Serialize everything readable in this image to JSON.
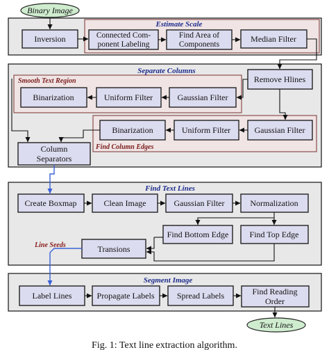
{
  "title": "Binary Image",
  "end": "Text Lines",
  "caption": "Fig. 1: Text line extraction algorithm.",
  "estimate_scale": {
    "title": "Estimate Scale",
    "inversion": "Inversion",
    "ccl_1": "Connected Com-",
    "ccl_2": "ponent Labeling",
    "area_1": "Find Area of",
    "area_2": "Components",
    "median": "Median Filter"
  },
  "separate_columns": {
    "title": "Separate Columns",
    "remove_hlines": "Remove Hlines",
    "smooth_title": "Smooth Text Region",
    "binarization": "Binarization",
    "uniform": "Uniform Filter",
    "gaussian": "Gaussian Filter",
    "edges_title": "Find Column Edges",
    "binarization2": "Binarization",
    "uniform2": "Uniform Filter",
    "gaussian2": "Gaussian Filter",
    "sep_1": "Column",
    "sep_2": "Separators"
  },
  "find_text_lines": {
    "title": "Find Text Lines",
    "create_boxmap": "Create Boxmap",
    "clean_image": "Clean Image",
    "gaussian": "Gaussian Filter",
    "normalization": "Normalization",
    "bottom_edge": "Find Bottom Edge",
    "top_edge": "Find Top Edge",
    "line_seeds": "Line Seeds",
    "transions": "Transions"
  },
  "segment_image": {
    "title": "Segment Image",
    "label_lines": "Label Lines",
    "propagate": "Propagate Labels",
    "spread": "Spread Labels",
    "reading_1": "Find Reading",
    "reading_2": "Order"
  },
  "colors": {
    "section_fill": "#e8e8e8",
    "subsection_fill": "#f0e4e4",
    "box_fill": "#dcdcf0",
    "terminal_fill": "#cfeccf",
    "section_title": "#1d2c8c",
    "seed_arrow": "#3a62d8"
  }
}
